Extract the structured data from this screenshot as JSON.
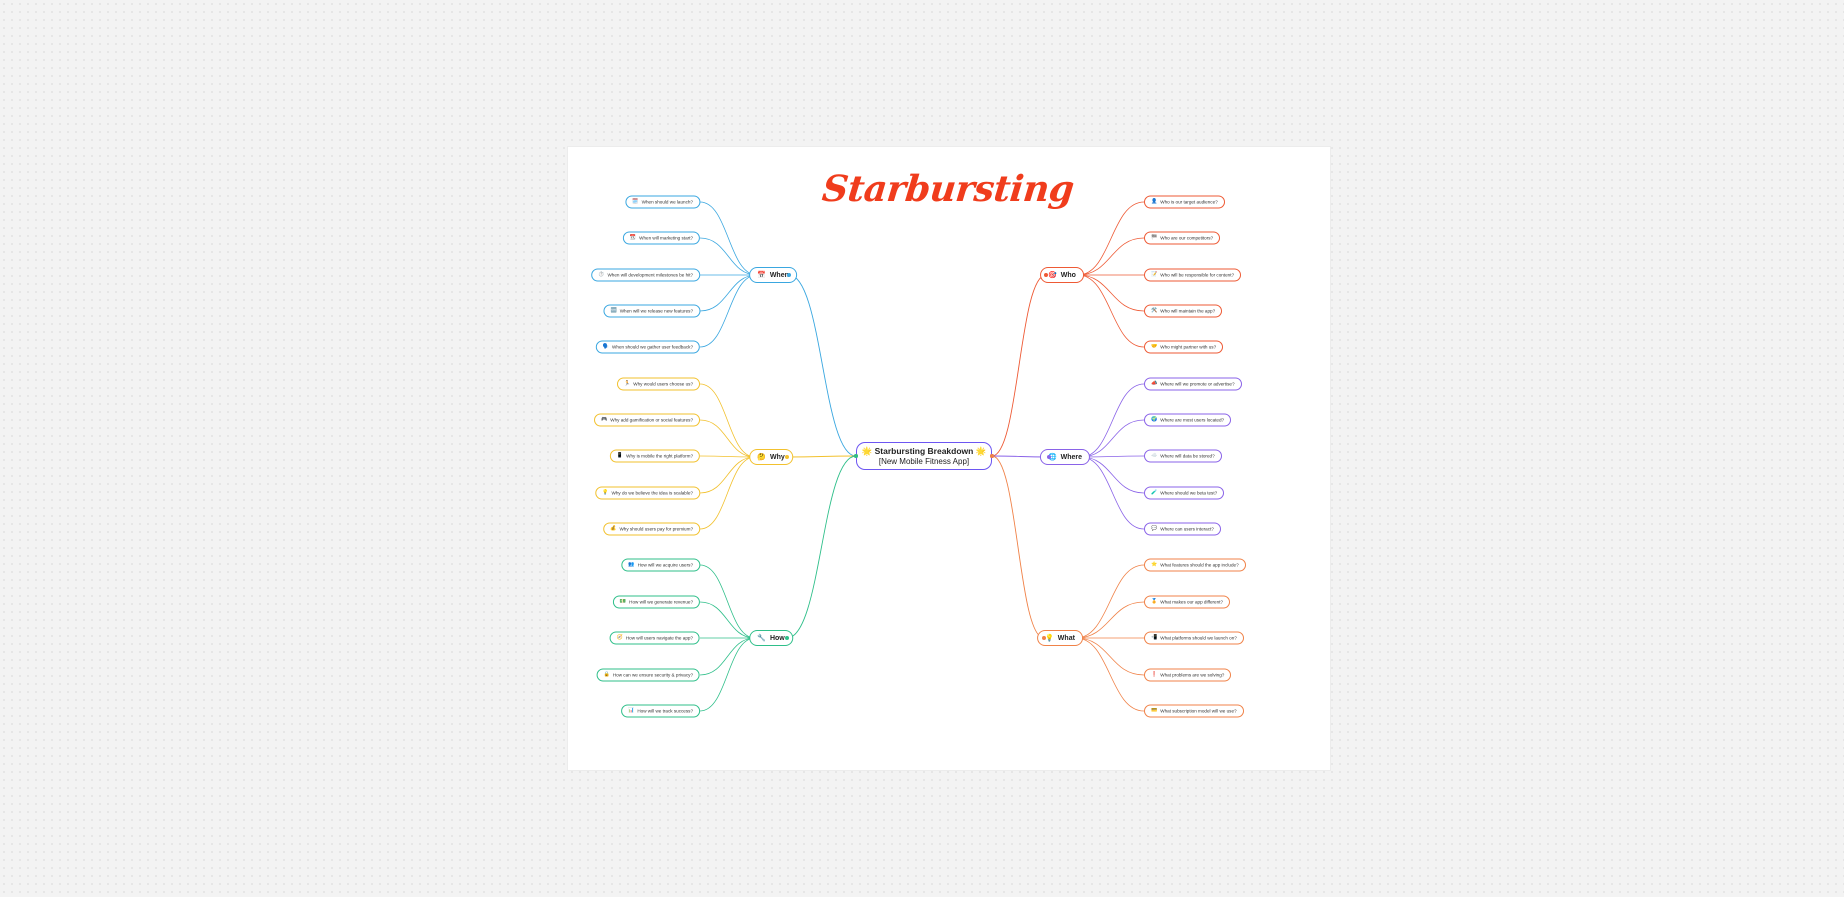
{
  "title": "Starbursting",
  "center": {
    "line1": "Starbursting Breakdown",
    "line2": "[New Mobile Fitness App]",
    "emoji": "🌟"
  },
  "colors": {
    "when": "#3aa7e0",
    "why": "#f2c12e",
    "how": "#2fbf8a",
    "who": "#ee5a35",
    "where": "#8a63e8",
    "what": "#f08248",
    "center": "#6d56f2"
  },
  "branches": {
    "when": {
      "label": "When",
      "emoji": "📅",
      "items": [
        {
          "emoji": "🗓️",
          "text": "When should we launch?"
        },
        {
          "emoji": "📆",
          "text": "When will marketing start?"
        },
        {
          "emoji": "⏱️",
          "text": "When will development milestones be hit?"
        },
        {
          "emoji": "🆕",
          "text": "When will we release new features?"
        },
        {
          "emoji": "🗣️",
          "text": "When should we gather user feedback?"
        }
      ]
    },
    "why": {
      "label": "Why",
      "emoji": "🤔",
      "items": [
        {
          "emoji": "🏃",
          "text": "Why would users choose us?"
        },
        {
          "emoji": "🎮",
          "text": "Why add gamification or social features?"
        },
        {
          "emoji": "📱",
          "text": "Why is mobile the right platform?"
        },
        {
          "emoji": "💡",
          "text": "Why do we believe the idea is scalable?"
        },
        {
          "emoji": "💰",
          "text": "Why should users pay for premium?"
        }
      ]
    },
    "how": {
      "label": "How",
      "emoji": "🔧",
      "items": [
        {
          "emoji": "👥",
          "text": "How will we acquire users?"
        },
        {
          "emoji": "💵",
          "text": "How will we generate revenue?"
        },
        {
          "emoji": "🧭",
          "text": "How will users navigate the app?"
        },
        {
          "emoji": "🔒",
          "text": "How can we ensure security & privacy?"
        },
        {
          "emoji": "📊",
          "text": "How will we track success?"
        }
      ]
    },
    "who": {
      "label": "Who",
      "emoji": "🎯",
      "items": [
        {
          "emoji": "👤",
          "text": "Who is our target audience?"
        },
        {
          "emoji": "🏁",
          "text": "Who are our competitors?"
        },
        {
          "emoji": "📝",
          "text": "Who will be responsible for content?"
        },
        {
          "emoji": "🛠️",
          "text": "Who will maintain the app?"
        },
        {
          "emoji": "🤝",
          "text": "Who might partner with us?"
        }
      ]
    },
    "where": {
      "label": "Where",
      "emoji": "🌐",
      "items": [
        {
          "emoji": "📣",
          "text": "Where will we promote or advertise?"
        },
        {
          "emoji": "🌍",
          "text": "Where are most users located?"
        },
        {
          "emoji": "☁️",
          "text": "Where will data be stored?"
        },
        {
          "emoji": "🧪",
          "text": "Where should we beta test?"
        },
        {
          "emoji": "💬",
          "text": "Where can users interact?"
        }
      ]
    },
    "what": {
      "label": "What",
      "emoji": "💡",
      "items": [
        {
          "emoji": "⭐",
          "text": "What features should the app include?"
        },
        {
          "emoji": "🏅",
          "text": "What makes our app different?"
        },
        {
          "emoji": "📲",
          "text": "What platforms should we launch on?"
        },
        {
          "emoji": "❗",
          "text": "What problems are we solving?"
        },
        {
          "emoji": "💳",
          "text": "What subscription model will we use?"
        }
      ]
    }
  }
}
